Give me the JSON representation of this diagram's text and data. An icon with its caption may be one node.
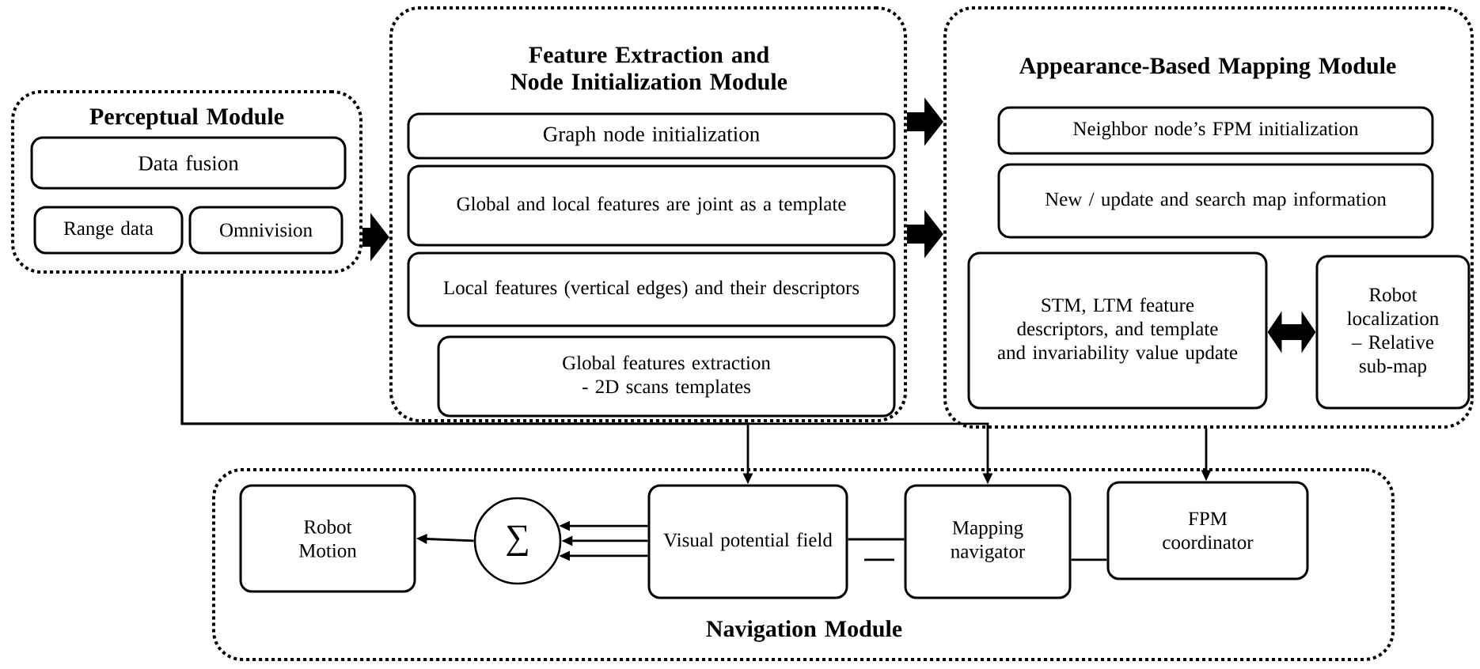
{
  "diagram": {
    "nodes": [
      {
        "text": [
          "Perceptual Module"
        ]
      },
      {
        "text": [
          "Data fusion"
        ],
        "in": 0
      },
      {
        "text": [
          "Range data"
        ],
        "in": 0
      },
      {
        "text": [
          "Omnivision"
        ],
        "in": 0
      },
      {
        "text": [
          "Feature Extraction and Node Initialization Module"
        ]
      },
      {
        "text": [
          "Graph node initialization"
        ],
        "in": 4
      },
      {
        "text": [
          "Global and local features are joint as a template"
        ],
        "in": 4
      },
      {
        "text": [
          "Local features (vertical edges) and their descriptors"
        ],
        "in": 4
      },
      {
        "text": [
          "Global features extraction - 2D scans templates"
        ],
        "in": 4
      },
      {
        "text": [
          "Appearance-Based Mapping Module"
        ]
      },
      {
        "text": [
          "Neighbor node’s FPM initialization"
        ],
        "in": 9
      },
      {
        "text": [
          "New / update and search map information"
        ],
        "in": 9
      },
      {
        "text": [
          "STM, LTM feature descriptors, and template and invariability value update"
        ],
        "in": 9
      },
      {
        "text": [
          "Robot localization – Relative sub-map"
        ],
        "in": 9
      },
      {
        "text": [
          "Navigation Module"
        ]
      },
      {
        "text": [
          "Robot Motion"
        ],
        "in": 14
      },
      {
        "text": [
          "∑"
        ],
        "in": 14
      },
      {
        "text": [
          "Visual potential field"
        ],
        "in": 14
      },
      {
        "text": [
          "Mapping navigator"
        ],
        "in": 14
      },
      {
        "text": [
          "FPM coordinator"
        ],
        "in": 14
      }
    ],
    "edges": [
      {
        "from": 0,
        "to": 4,
        "arrow": "to",
        "style": "thick"
      },
      {
        "from": 4,
        "to": 9,
        "arrow": "to",
        "style": "thick"
      },
      {
        "from": 4,
        "to": 9,
        "arrow": "to",
        "style": "thick"
      },
      {
        "from": 12,
        "to": 13,
        "arrow": "both",
        "style": "thick"
      },
      {
        "from": 0,
        "to": 17,
        "arrow": "to"
      },
      {
        "from": 0,
        "to": 18,
        "arrow": "to"
      },
      {
        "from": 9,
        "to": 19,
        "arrow": "to"
      },
      {
        "from": 17,
        "to": 16,
        "arrow": "to"
      },
      {
        "from": 17,
        "to": 16,
        "arrow": "to"
      },
      {
        "from": 17,
        "to": 16,
        "arrow": "to"
      },
      {
        "from": 16,
        "to": 15,
        "arrow": "to"
      },
      {
        "from": 17,
        "to": 18,
        "arrow": "none"
      },
      {
        "from": 18,
        "to": 19,
        "arrow": "none"
      }
    ]
  }
}
